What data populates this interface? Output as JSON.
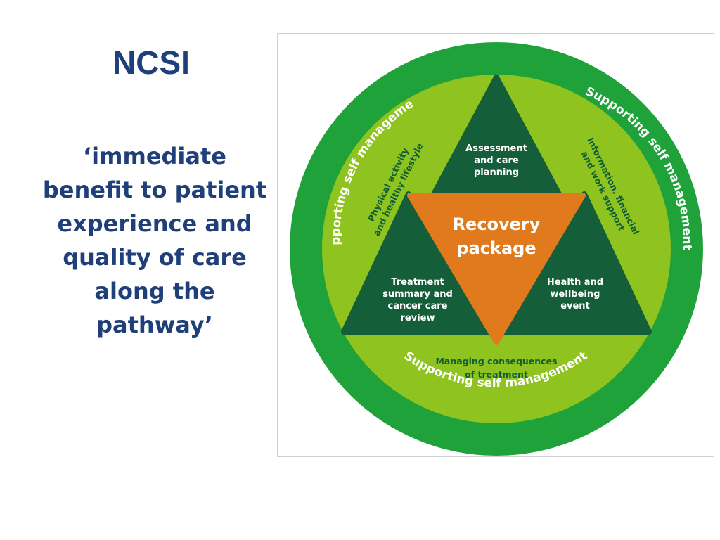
{
  "title": "NCSI",
  "quote": "‘immediate benefit to patient experience and quality of care along the pathway’",
  "diagram": {
    "outer_ring": {
      "top_left": "Supporting self management",
      "top_right": "Supporting self management",
      "bottom": "Supporting self management"
    },
    "inner_ring": {
      "left": {
        "line1": "Physical activity",
        "line2": "and healthy lifestyle"
      },
      "right": {
        "line1": "Information, financial",
        "line2": "and work support"
      },
      "bottom": {
        "line1": "Managing consequences",
        "line2": "of treatment"
      }
    },
    "triangles": {
      "top": {
        "line1": "Assessment",
        "line2": "and care",
        "line3": "planning"
      },
      "left": {
        "line1": "Treatment",
        "line2": "summary and",
        "line3": "cancer care",
        "line4": "review"
      },
      "right": {
        "line1": "Health and",
        "line2": "wellbeing",
        "line3": "event"
      }
    },
    "center": {
      "line1": "Recovery",
      "line2": "package"
    },
    "colors": {
      "outer_ring": "#1fa23a",
      "inner_ring": "#8fc31f",
      "triangle": "#155e3a",
      "center": "#e07a1c"
    }
  }
}
